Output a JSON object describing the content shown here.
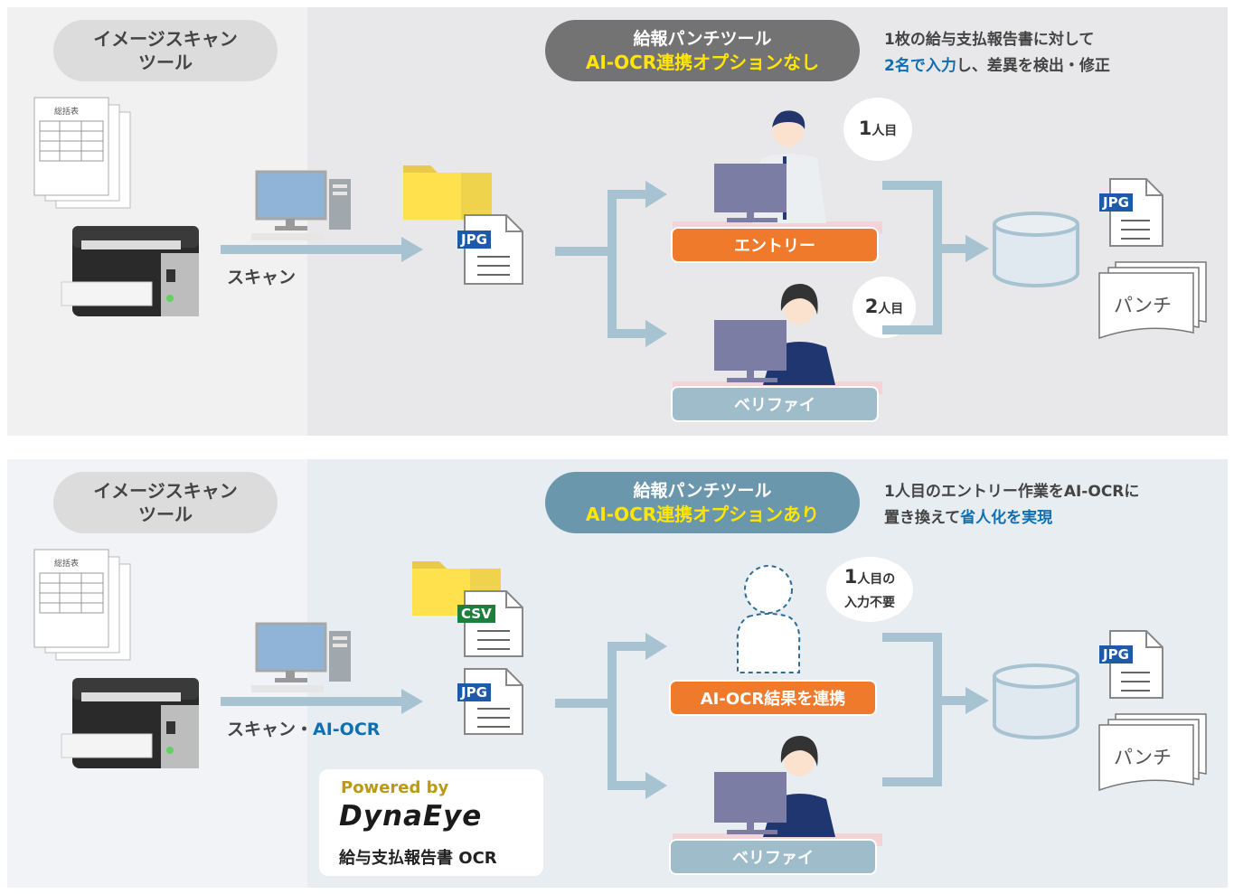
{
  "top": {
    "scan_tool": "イメージスキャン\nツール",
    "scan_tool_line1": "イメージスキャン",
    "scan_tool_line2": "ツール",
    "tool_title": "給報パンチツール",
    "tool_option": "AI-OCR連携オプションなし",
    "desc_line1": "1枚の給与支払報告書に対して",
    "desc_line2_blue": "2名で入力",
    "desc_line2_rest": "し、差異を検出・修正",
    "scan_label": "スキャン",
    "file_badge": "JPG",
    "person1_num": "1",
    "person1_suffix": "人目",
    "person2_num": "2",
    "person2_suffix": "人目",
    "entry_label": "エントリー",
    "verify_label": "ベリファイ",
    "out_badge": "JPG",
    "punch_label": "パンチ",
    "doc_title": "総括表"
  },
  "bottom": {
    "scan_tool_line1": "イメージスキャン",
    "scan_tool_line2": "ツール",
    "tool_title": "給報パンチツール",
    "tool_option": "AI-OCR連携オプションあり",
    "desc_line1": "1人目のエントリー作業をAI-OCRに",
    "desc_line2_pre": "置き換えて",
    "desc_line2_blue": "省人化を実現",
    "scan_label_pre": "スキャン・",
    "scan_label_blue": "AI-OCR",
    "csv_badge": "CSV",
    "jpg_badge": "JPG",
    "bubble_num": "1",
    "bubble_line1": "人目の",
    "bubble_line2": "入力不要",
    "ai_ocr_label": "AI-OCR結果を連携",
    "verify_label": "ベリファイ",
    "out_badge": "JPG",
    "punch_label": "パンチ",
    "powered_by": "Powered by",
    "logo": "DynaEye",
    "ocr_label": "給与支払報告書 OCR",
    "doc_title": "総括表"
  },
  "colors": {
    "orange": "#f07a2b",
    "steel": "#9fbccb",
    "arrow": "#a7c3d1",
    "blue_text": "#0f6fb3",
    "yellow_text": "#ffe600"
  }
}
